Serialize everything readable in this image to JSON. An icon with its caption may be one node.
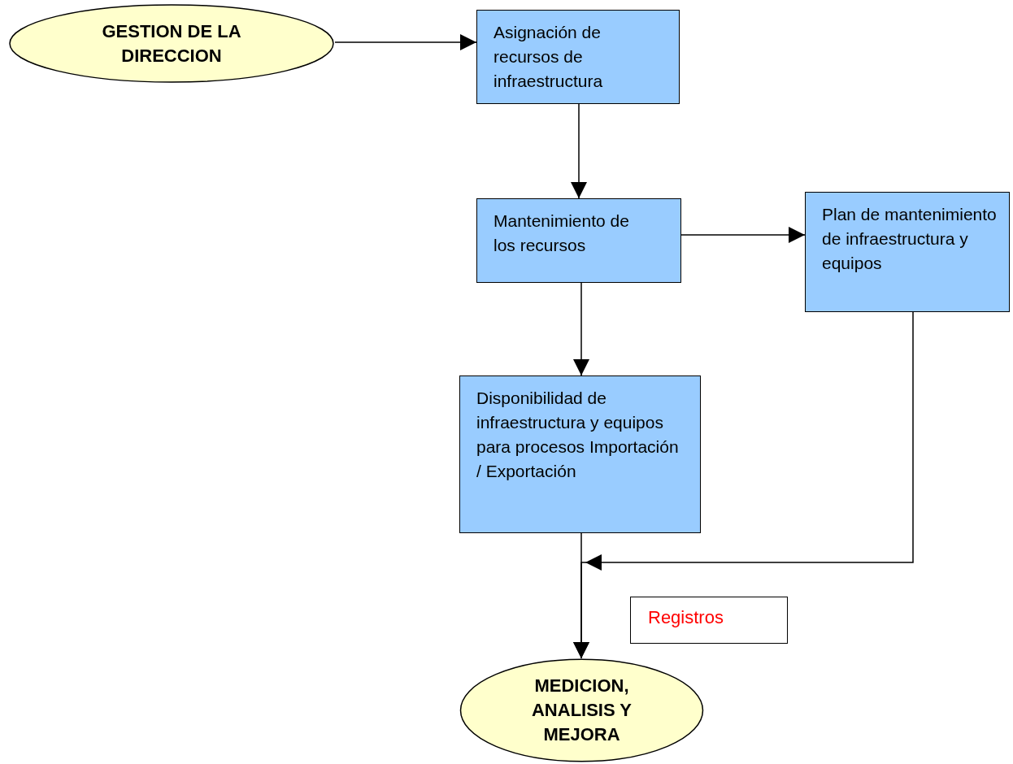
{
  "diagram": {
    "nodes": [
      {
        "text": [
          "GESTION DE LA DIRECCION"
        ]
      },
      {
        "text": [
          "Asignación de recursos de infraestructura"
        ]
      },
      {
        "text": [
          "Mantenimiento de los recursos"
        ]
      },
      {
        "text": [
          "Plan de mantenimiento de infraestructura y equipos"
        ]
      },
      {
        "text": [
          "Disponibilidad de infraestructura y equipos para procesos Importación / Exportación"
        ]
      },
      {
        "text": [
          "Registros"
        ]
      },
      {
        "text": [
          "MEDICION, ANALISIS Y MEJORA"
        ]
      }
    ],
    "edges": [
      {
        "from": 0,
        "to": 1,
        "arrow": "to"
      },
      {
        "from": 1,
        "to": 2,
        "arrow": "to"
      },
      {
        "from": 2,
        "to": 3,
        "arrow": "to"
      },
      {
        "from": 2,
        "to": 4,
        "arrow": "to"
      },
      {
        "from": 4,
        "to": 6,
        "arrow": "to"
      },
      {
        "from": 3,
        "to": 6,
        "arrow": "to"
      }
    ]
  }
}
